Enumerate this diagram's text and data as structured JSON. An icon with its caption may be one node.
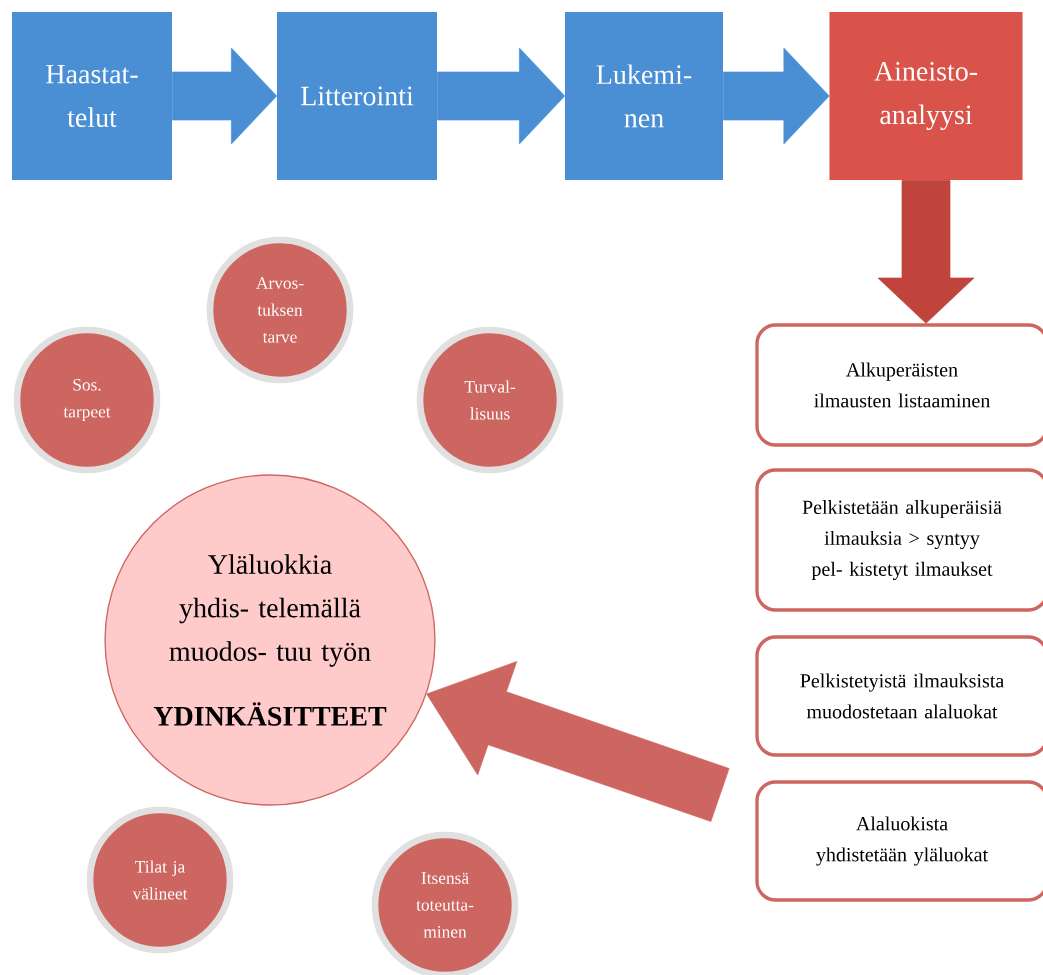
{
  "diagram": {
    "nodes": [
      {
        "text": [
          "Haastat- telut"
        ]
      },
      {
        "text": [
          "Litterointi"
        ]
      },
      {
        "text": [
          "Lukemi- nen"
        ]
      },
      {
        "text": [
          "Aineisto- analyysi"
        ]
      },
      {
        "text": [
          "Alkuperäisten ilmausten listaaminen"
        ]
      },
      {
        "text": [
          "Pelkistetään alkuperäisiä ilmauksia > syntyy pel- kistetyt ilmaukset"
        ]
      },
      {
        "text": [
          "Pelkistetyistä ilmauksista muodostetaan alaluokat"
        ]
      },
      {
        "text": [
          "Alaluokista yhdistetään yläluokat"
        ]
      },
      {
        "text": [
          "Arvos- tuksen tarve"
        ]
      },
      {
        "text": [
          "Sos. tarpeet"
        ]
      },
      {
        "text": [
          "Turval- lisuus"
        ]
      },
      {
        "text": [
          "Yläluokkia yhdis- telemällä muodos- tuu työn",
          "YDINKÄSITTEET"
        ]
      },
      {
        "text": [
          "Tilat ja välineet"
        ]
      },
      {
        "text": [
          "Itsensä toteutta- minen"
        ]
      }
    ],
    "edges": [
      {
        "from": 0,
        "to": 1,
        "arrow": "to"
      },
      {
        "from": 1,
        "to": 2,
        "arrow": "to"
      },
      {
        "from": 2,
        "to": 3,
        "arrow": "to"
      },
      {
        "from": 3,
        "to": 4,
        "arrow": "to",
        "color": "#c0443c"
      },
      {
        "from": null,
        "to": 11,
        "arrow": "to",
        "color": "#cd6560"
      }
    ]
  }
}
